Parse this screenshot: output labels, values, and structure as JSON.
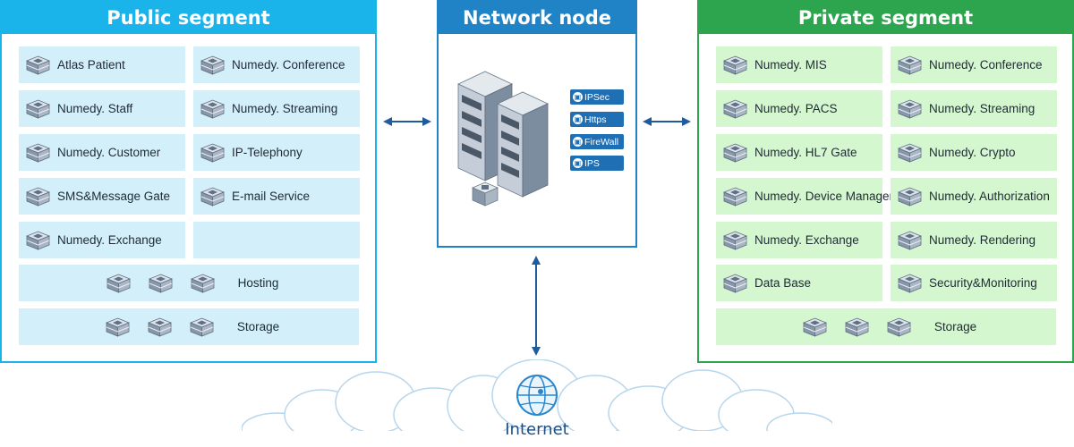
{
  "public_segment": {
    "title": "Public segment",
    "items": [
      "Atlas Patient",
      "Numedy. Conference",
      "Numedy. Staff",
      "Numedy. Streaming",
      "Numedy. Customer",
      "IP-Telephony",
      "SMS&Message Gate",
      "E-mail Service",
      "Numedy. Exchange",
      ""
    ],
    "hosting": "Hosting",
    "storage": "Storage"
  },
  "network_node": {
    "title": "Network node",
    "badges": [
      "IPSec",
      "Https",
      "FireWall",
      "IPS"
    ]
  },
  "private_segment": {
    "title": "Private segment",
    "items": [
      "Numedy. MIS",
      "Numedy. Conference",
      "Numedy. PACS",
      "Numedy. Streaming",
      "Numedy. HL7 Gate",
      "Numedy. Crypto",
      "Numedy. Device Manager",
      "Numedy. Authorization",
      "Numedy. Exchange",
      "Numedy. Rendering",
      "Data Base",
      "Security&Monitoring"
    ],
    "storage": "Storage"
  },
  "internet": {
    "label": "Internet"
  },
  "colors": {
    "public_accent": "#1ab3ea",
    "public_cell": "#d3f0fa",
    "node_accent": "#1f83c6",
    "private_accent": "#2da44e",
    "private_cell": "#d4f7d0",
    "arrow": "#1f5c9e"
  }
}
